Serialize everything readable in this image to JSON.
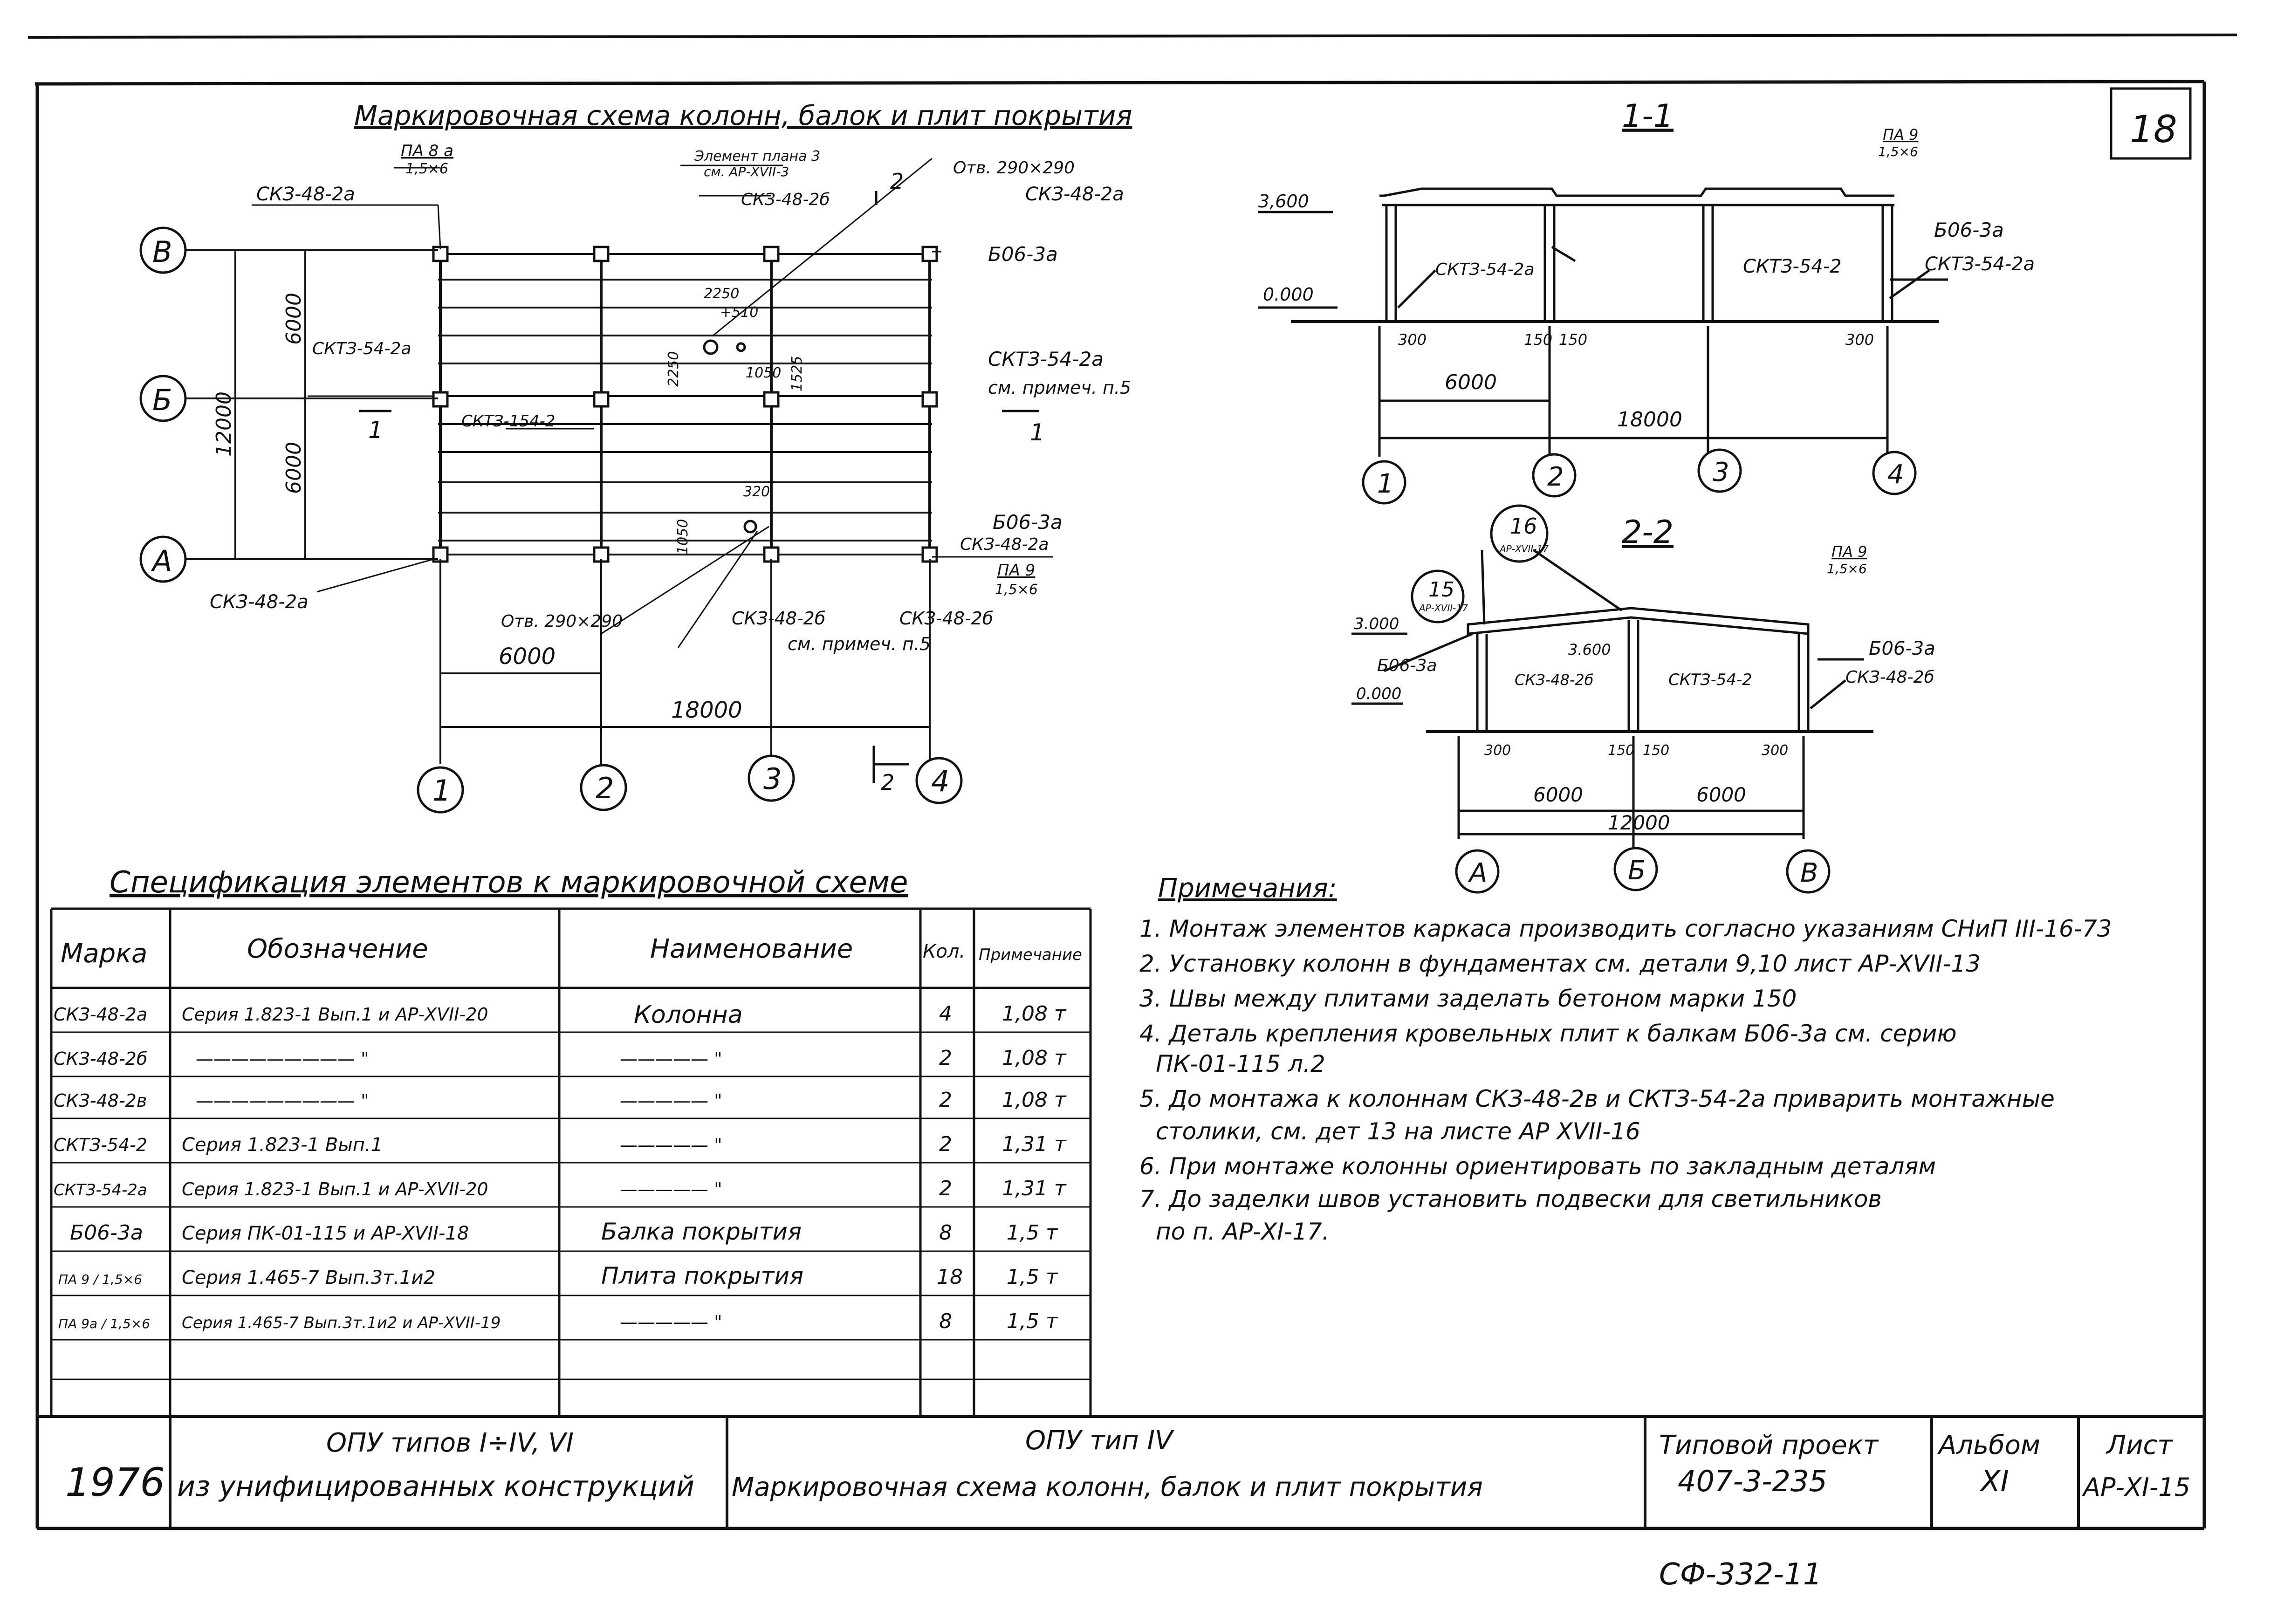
{
  "sheet_number": "18",
  "plan": {
    "title": "Маркировочная схема колонн, балок и плит покрытия",
    "axes_rows": [
      "В",
      "Б",
      "А"
    ],
    "axes_cols": [
      "1",
      "2",
      "3",
      "4"
    ],
    "dims": {
      "d6000a": "6000",
      "d6000b": "6000",
      "d12000": "12000",
      "d6000h": "6000",
      "d18000": "18000",
      "d2250": "2250",
      "d510": "+510",
      "d1050": "1050",
      "d1525": "1525",
      "d2250v": "2250",
      "d320": "320",
      "d1050v": "1050"
    },
    "labels": {
      "pa": "ПА 8 а",
      "pa_sub": "1,5×6",
      "ck_b1": "СКЗ-48-2а",
      "elem": "Элемент плана 3",
      "elem2": "см. АР-XVII-3",
      "ck_b2": "СКЗ-48-2б",
      "otv1": "Отв. 290×290",
      "ck_b4": "СКЗ-48-2а",
      "b_top": "Б06-3а",
      "ckt_left": "СКТЗ-54-2а",
      "ckt_mid": "СКТЗ-154-2",
      "ckt_right": "СКТЗ-54-2а",
      "prim5a": "см. примеч. п.5",
      "b_bot": "Б06-3а",
      "ck_a4": "СКЗ-48-2а",
      "pa_a": "ПА 9",
      "pa_a_sub": "1,5×6",
      "ck_a1": "СКЗ-48-2а",
      "otv2": "Отв. 290×290",
      "ck_a3": "СКЗ-48-2б",
      "ck_a3b": "СКЗ-48-2б",
      "prim5b": "см. примеч. п.5",
      "sec11_l": "1",
      "sec11_r": "1",
      "sec2_t": "2",
      "sec2_b": "2"
    }
  },
  "section11": {
    "title": "1-1",
    "pa": "ПА 9",
    "pa_sub": "1,5×6",
    "lvl_top": "3,600",
    "lvl_0": "0.000",
    "b1": "Б06-3а",
    "ckt_a": "СКТЗ-54-2а",
    "ckt_b": "СКТЗ-54-2",
    "ckt_c": "СКТЗ-54-2а",
    "d300a": "300",
    "d150a": "150",
    "d150b": "150",
    "d300b": "300",
    "d6000": "6000",
    "d18000": "18000",
    "axes": [
      "1",
      "2",
      "3",
      "4"
    ]
  },
  "section22": {
    "title": "2-2",
    "pa": "ПА 9",
    "pa_sub": "1,5×6",
    "node16": "16",
    "node16_sub": "АР-XVII-17",
    "node15": "15",
    "node15_sub": "АР-XVII-17",
    "lvl_top": "3.000",
    "lvl_mid": "3.600",
    "lvl_0": "0.000",
    "b_left": "Б06-3а",
    "ck_l": "СКЗ-48-2б",
    "ck_m": "СКТЗ-54-2",
    "b_right": "Б06-3а",
    "ck_r": "СКЗ-48-2б",
    "d300a": "300",
    "d150a": "150",
    "d150b": "150",
    "d300b": "300",
    "d6000a": "6000",
    "d6000b": "6000",
    "d12000": "12000",
    "axes": [
      "А",
      "Б",
      "В"
    ]
  },
  "spec": {
    "title": "Спецификация элементов к маркировочной схеме",
    "headers": [
      "Марка",
      "Обозначение",
      "Наименование",
      "Кол.",
      "Примечание"
    ],
    "rows": [
      [
        "СКЗ-48-2а",
        "Серия 1.823-1 Вып.1 и АР-XVII-20",
        "Колонна",
        "4",
        "1,08 т"
      ],
      [
        "СКЗ-48-2б",
        "————————— \"",
        "————— \"",
        "2",
        "1,08 т"
      ],
      [
        "СКЗ-48-2в",
        "————————— \"",
        "————— \"",
        "2",
        "1,08 т"
      ],
      [
        "СКТЗ-54-2",
        "Серия 1.823-1 Вып.1",
        "————— \"",
        "2",
        "1,31 т"
      ],
      [
        "СКТЗ-54-2а",
        "Серия 1.823-1 Вып.1 и АР-XVII-20",
        "————— \"",
        "2",
        "1,31 т"
      ],
      [
        "Б06-3а",
        "Серия ПК-01-115 и АР-XVII-18",
        "Балка покрытия",
        "8",
        "1,5 т"
      ],
      [
        "ПА 9 / 1,5×6",
        "Серия 1.465-7 Вып.3т.1и2",
        "Плита покрытия",
        "18",
        "1,5 т"
      ],
      [
        "ПА 9а / 1,5×6",
        "Серия 1.465-7 Вып.3т.1и2 и АР-XVII-19",
        "————— \"",
        "8",
        "1,5 т"
      ]
    ]
  },
  "notes": {
    "title": "Примечания:",
    "items": [
      "1. Монтаж элементов каркаса производить согласно указаниям СНиП III-16-73",
      "2. Установку колонн в фундаментах см. детали 9,10 лист АР-XVII-13",
      "3. Швы между плитами заделать бетоном марки 150",
      "4. Деталь крепления кровельных плит к балкам Б06-3а см. серию",
      "ПК-01-115 л.2",
      "5. До монтажа к колоннам СКЗ-48-2в и СКТЗ-54-2а приварить монтажные",
      "столики, см. дет 13 на листе АР XVII-16",
      "6. При монтаже колонны ориентировать по закладным деталям",
      "7. До заделки швов установить подвески для светильников",
      "по п. АР-XI-17."
    ]
  },
  "stamp": {
    "year": "1976",
    "line1": "ОПУ типов I÷IV, VI",
    "line2": "из унифицированных конструкций",
    "title1": "ОПУ тип IV",
    "title2": "Маркировочная схема колонн, балок и плит покрытия",
    "proj_label": "Типовой проект",
    "proj_num": "407-3-235",
    "album_label": "Альбом",
    "album_num": "XI",
    "sheet_label": "Лист",
    "sheet_num": "АР-XI-15"
  },
  "footer_code": "СФ-332-11"
}
